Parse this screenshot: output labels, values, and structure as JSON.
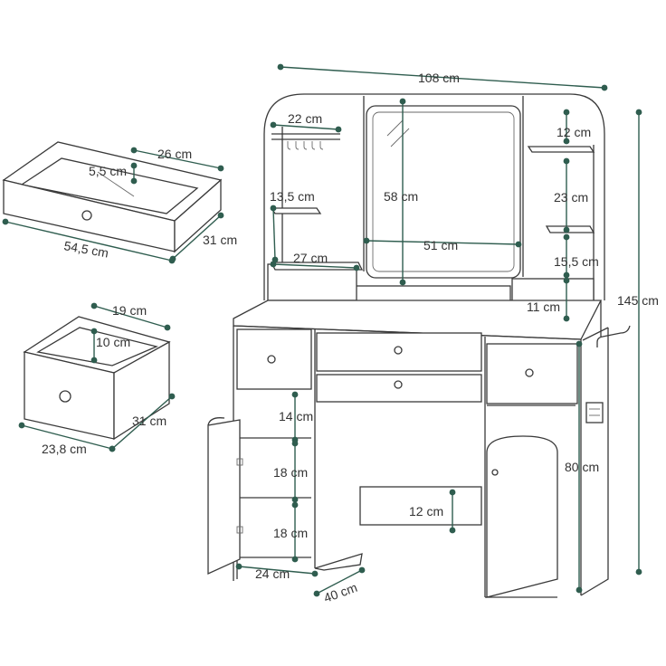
{
  "colors": {
    "dimension": "#2f5d4f",
    "outline": "#3a3a3a",
    "background": "#ffffff"
  },
  "icons": {
    "dimension_endpoint": "dot",
    "mirror_glare": "diagonal-lines",
    "hanger": "hook"
  },
  "labels": {
    "total_width": "108 cm",
    "total_height": "145 cm",
    "table_height": "80 cm",
    "depth": "40 cm",
    "mirror_height": "58 cm",
    "mirror_width": "51 cm",
    "left_shelf_top": "22 cm",
    "left_shelf_mid": "13,5 cm",
    "left_shelf_bottom": "27 cm",
    "right_gap_top": "12 cm",
    "right_gap_mid": "23 cm",
    "right_gap_low": "15,5 cm",
    "right_gap_bottom": "11 cm",
    "cabinet_gap_1": "14 cm",
    "cabinet_gap_2": "18 cm",
    "cabinet_gap_3": "18 cm",
    "cabinet_width": "24 cm",
    "knee_panel_height": "12 cm",
    "large_drawer_width": "26 cm",
    "large_drawer_height": "5,5 cm",
    "large_drawer_front": "54,5 cm",
    "large_drawer_depth": "31 cm",
    "small_drawer_width": "19 cm",
    "small_drawer_height": "10 cm",
    "small_drawer_front": "23,8 cm",
    "small_drawer_depth": "31 cm"
  }
}
